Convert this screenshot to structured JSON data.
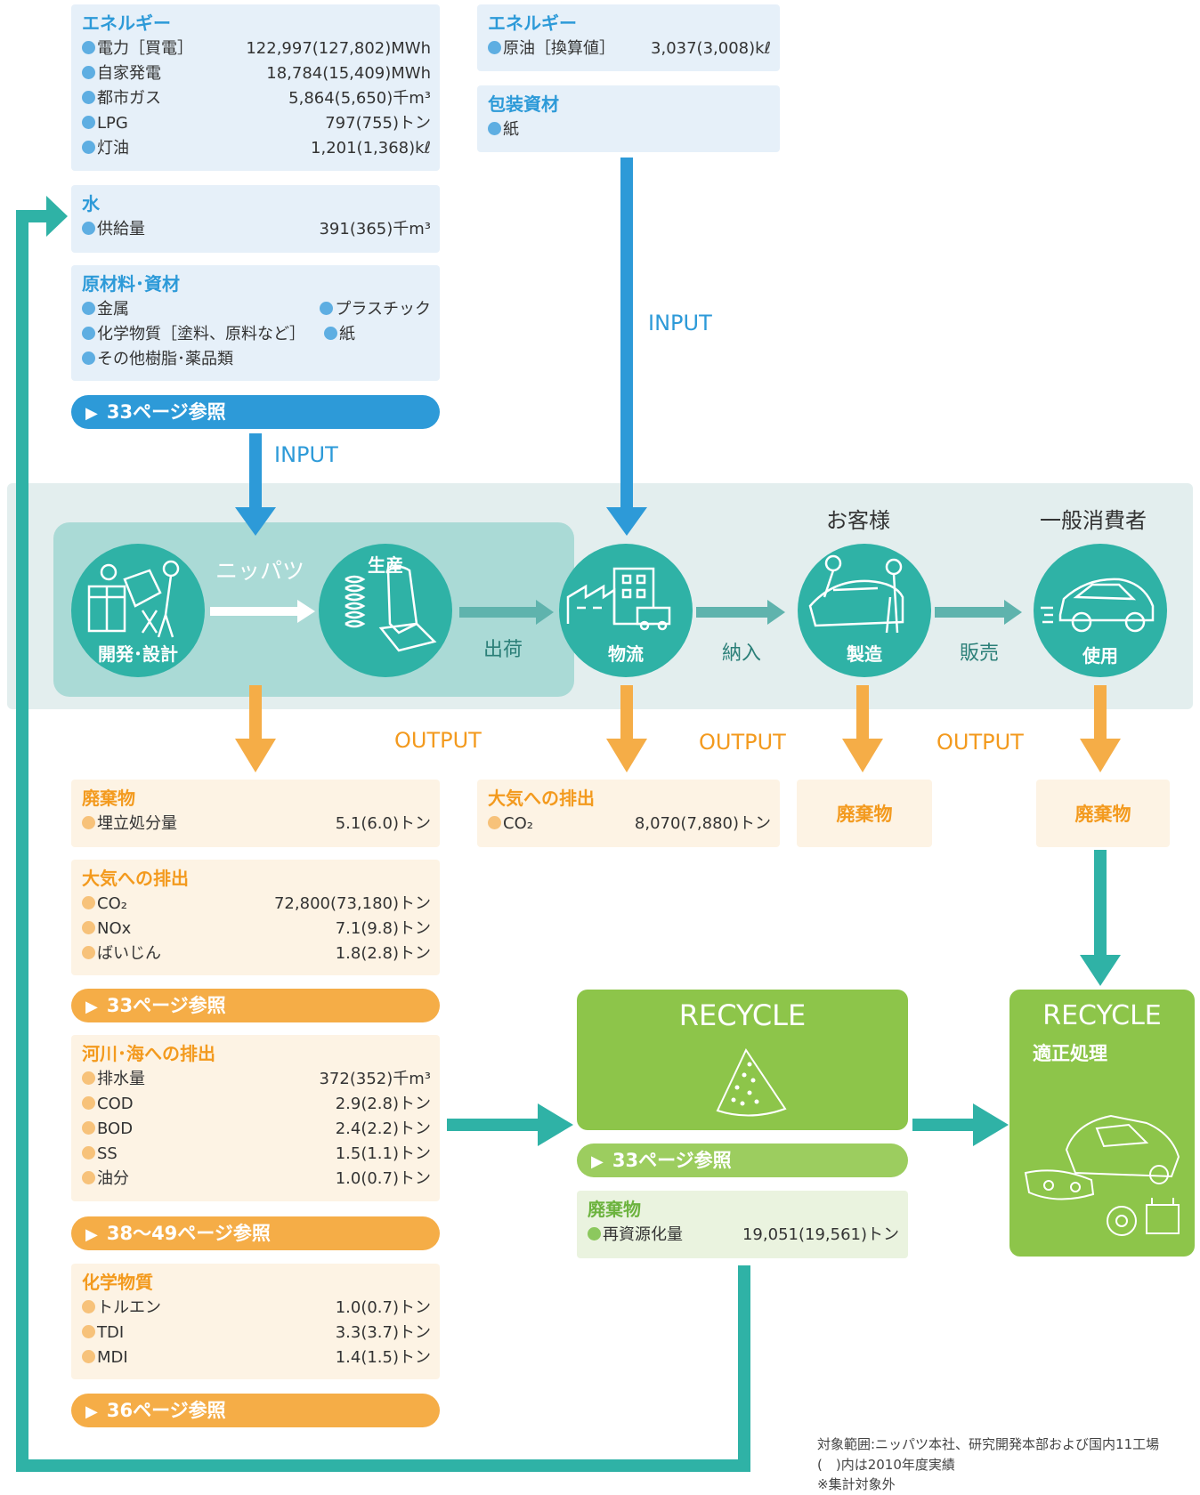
{
  "input_left": {
    "energy": {
      "title": "エネルギー",
      "rows": [
        {
          "label": "電力［買電］",
          "value": "122,997(127,802)MWh"
        },
        {
          "label": "自家発電",
          "value": "18,784(15,409)MWh"
        },
        {
          "label": "都市ガス",
          "value": "5,864(5,650)千m³"
        },
        {
          "label": "LPG",
          "value": "797(755)トン"
        },
        {
          "label": "灯油",
          "value": "1,201(1,368)kℓ"
        }
      ]
    },
    "water": {
      "title": "水",
      "rows": [
        {
          "label": "供給量",
          "value": "391(365)千m³"
        }
      ]
    },
    "materials": {
      "title": "原材料･資材",
      "items": [
        "金属",
        "プラスチック",
        "化学物質［塗料、原料など］",
        "紙",
        "その他樹脂･薬品類"
      ]
    },
    "ref": "33ページ参照"
  },
  "input_right": {
    "energy": {
      "title": "エネルギー",
      "rows": [
        {
          "label": "原油［換算値］",
          "value": "3,037(3,008)kℓ"
        }
      ]
    },
    "packaging": {
      "title": "包装資材",
      "items": [
        "紙"
      ]
    }
  },
  "labels": {
    "input_left": "INPUT",
    "input_right": "INPUT",
    "output_1": "OUTPUT",
    "output_2": "OUTPUT",
    "output_3": "OUTPUT",
    "company": "ニッパツ",
    "customer": "お客様",
    "consumer": "一般消費者",
    "ship": "出荷",
    "deliver": "納入",
    "sell": "販売"
  },
  "circles": {
    "design": "開発･設計",
    "production": "生産",
    "logistics": "物流",
    "manufacturing": "製造",
    "use": "使用"
  },
  "output_left": {
    "waste": {
      "title": "廃棄物",
      "rows": [
        {
          "label": "埋立処分量",
          "value": "5.1(6.0)トン"
        }
      ]
    },
    "air": {
      "title": "大気への排出",
      "rows": [
        {
          "label": "CO₂",
          "value": "72,800(73,180)トン"
        },
        {
          "label": "NOx",
          "value": "7.1(9.8)トン"
        },
        {
          "label": "ばいじん",
          "value": "1.8(2.8)トン"
        }
      ]
    },
    "ref_air": "33ページ参照",
    "water": {
      "title": "河川･海への排出",
      "rows": [
        {
          "label": "排水量",
          "value": "372(352)千m³"
        },
        {
          "label": "COD",
          "value": "2.9(2.8)トン"
        },
        {
          "label": "BOD",
          "value": "2.4(2.2)トン"
        },
        {
          "label": "SS",
          "value": "1.5(1.1)トン"
        },
        {
          "label": "油分",
          "value": "1.0(0.7)トン"
        }
      ]
    },
    "ref_water": "38～49ページ参照",
    "chem": {
      "title": "化学物質",
      "rows": [
        {
          "label": "トルエン",
          "value": "1.0(0.7)トン"
        },
        {
          "label": "TDI",
          "value": "3.3(3.7)トン"
        },
        {
          "label": "MDI",
          "value": "1.4(1.5)トン"
        }
      ]
    },
    "ref_chem": "36ページ参照"
  },
  "output_logistics": {
    "title": "大気への排出",
    "rows": [
      {
        "label": "CO₂",
        "value": "8,070(7,880)トン"
      }
    ]
  },
  "output_customer": "廃棄物",
  "output_consumer": "廃棄物",
  "recycle_center": {
    "title": "RECYCLE",
    "ref": "33ページ参照",
    "waste_title": "廃棄物",
    "rows": [
      {
        "label": "再資源化量",
        "value": "19,051(19,561)トン"
      }
    ]
  },
  "recycle_right": {
    "title": "RECYCLE",
    "subtitle": "適正処理"
  },
  "notes": [
    "対象範囲:ニッパツ本社、研究開発本部および国内11工場",
    "(　)内は2010年度実績",
    "※集計対象外"
  ],
  "colors": {
    "input_blue": "#2d9ad8",
    "output_orange": "#f5ad47",
    "teal": "#2fb2a6",
    "recycle_green": "#8dc54a"
  }
}
